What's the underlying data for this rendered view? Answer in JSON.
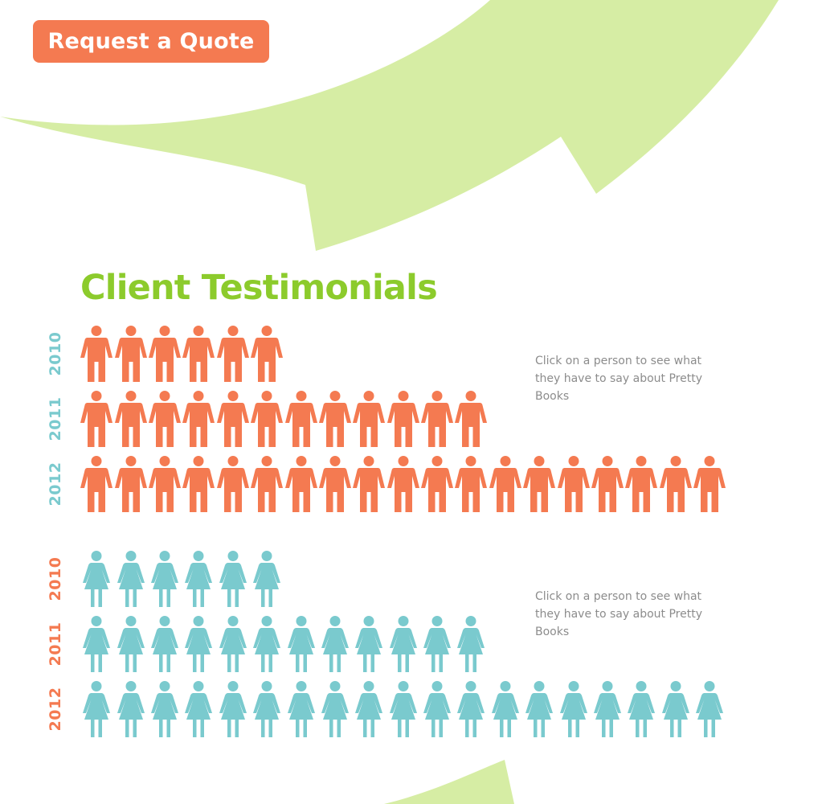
{
  "header": {
    "quote_button_label": "Request a Quote"
  },
  "title": "Client Testimonials",
  "colors": {
    "orange": "#F47A51",
    "teal": "#7ACACE",
    "green_title": "#8CCB2C",
    "green_shape": "#D6EDA4",
    "hint_text": "#8C8C8C"
  },
  "male_group": {
    "hint": "Click on a person to see what they have to say about Pretty Books",
    "icon": "man-icon",
    "rows": [
      {
        "year": "2010",
        "count": 6
      },
      {
        "year": "2011",
        "count": 12
      },
      {
        "year": "2012",
        "count": 19
      }
    ]
  },
  "female_group": {
    "hint": "Click on a person to see what they have to say about Pretty Books",
    "icon": "woman-icon",
    "rows": [
      {
        "year": "2010",
        "count": 6
      },
      {
        "year": "2011",
        "count": 12
      },
      {
        "year": "2012",
        "count": 19
      }
    ]
  }
}
